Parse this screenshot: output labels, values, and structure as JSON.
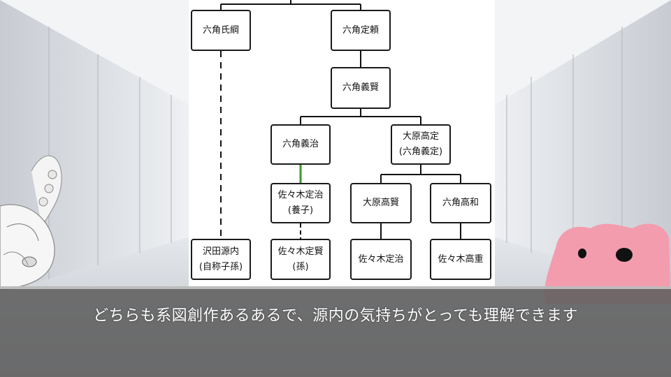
{
  "diagram": {
    "nodes": [
      {
        "id": "rokkaku-ujitsuna",
        "lines": [
          "六角氏綱"
        ]
      },
      {
        "id": "rokkaku-sadayori",
        "lines": [
          "六角定頼"
        ]
      },
      {
        "id": "rokkaku-yoshikata",
        "lines": [
          "六角義賢"
        ]
      },
      {
        "id": "rokkaku-yoshiharu",
        "lines": [
          "六角義治"
        ]
      },
      {
        "id": "ohara-takasada",
        "lines": [
          "大原高定",
          "(六角義定)"
        ]
      },
      {
        "id": "sasaki-sadaharu-adopted",
        "lines": [
          "佐々木定治",
          "(養子)"
        ]
      },
      {
        "id": "ohara-takakata",
        "lines": [
          "大原高賢"
        ]
      },
      {
        "id": "rokkaku-takakazu",
        "lines": [
          "六角高和"
        ]
      },
      {
        "id": "sawada-gennai",
        "lines": [
          "沢田源内",
          "(自称子孫)"
        ]
      },
      {
        "id": "sasaki-sadakata",
        "lines": [
          "佐々木定賢",
          "(孫)"
        ]
      },
      {
        "id": "sasaki-sadaharu",
        "lines": [
          "佐々木定治"
        ]
      },
      {
        "id": "sasaki-takashige",
        "lines": [
          "佐々木高重"
        ]
      }
    ]
  },
  "subtitle": {
    "text": "どちらも系図創作あるあるで、源内の気持ちがとっても理解できます"
  },
  "colors": {
    "node_border": "#1a1a1a",
    "line": "#111111",
    "adoption_line": "#3a9a2a",
    "subtitle_bar": "#5f5f5f",
    "subtitle_text": "#ffffff",
    "blob_pink": "#f39cae"
  }
}
